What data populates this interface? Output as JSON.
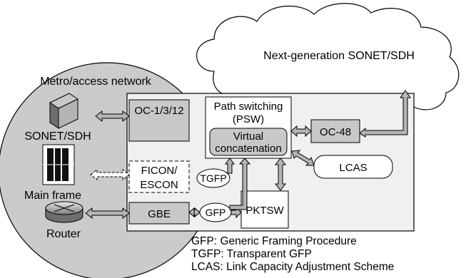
{
  "cloud": {
    "label": "Next-generation SONET/SDH"
  },
  "metro": {
    "label": "Metro/access network"
  },
  "devices": {
    "sonet": "SONET/SDH",
    "mainframe": "Main frame",
    "router": "Router"
  },
  "ports": {
    "oc_low": "OC-1/3/12",
    "ficon_line1": "FICON/",
    "ficon_line2": "ESCON",
    "gbe": "GBE",
    "oc48": "OC-48"
  },
  "psw": {
    "line1": "Path switching",
    "line2": "(PSW)"
  },
  "vcat": {
    "line1": "Virtual",
    "line2": "concatenation"
  },
  "blocks": {
    "tgfp": "TGFP",
    "gfp": "GFP",
    "pktsw": "PKTSW",
    "lcas": "LCAS"
  },
  "legend": [
    "GFP: Generic Framing Procedure",
    "TGFP: Transparent GFP",
    "LCAS: Link Capacity Adjustment Scheme"
  ]
}
